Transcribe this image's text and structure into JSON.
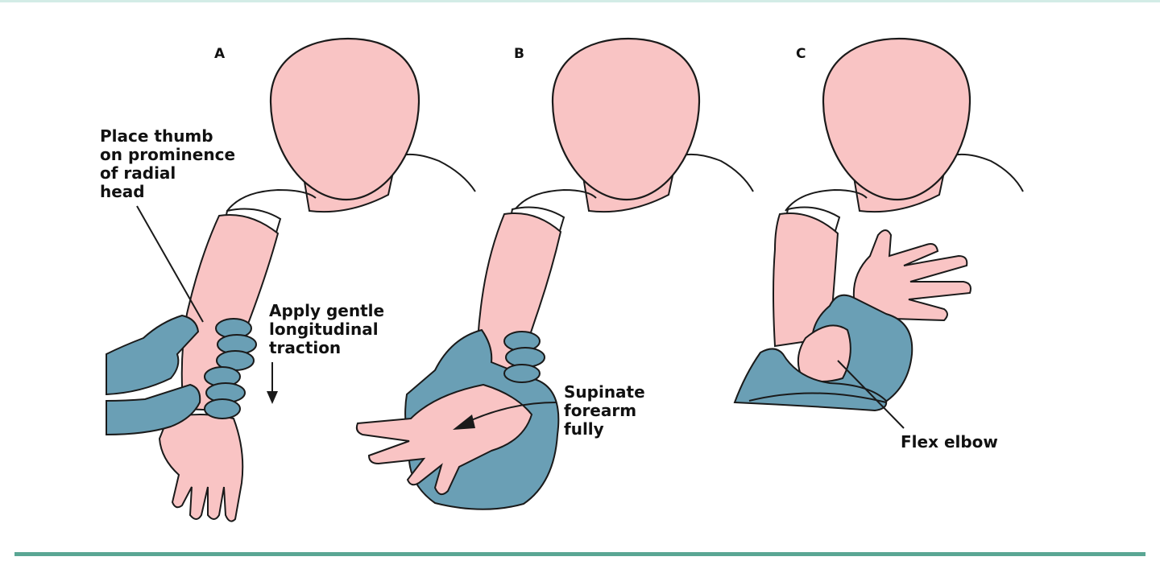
{
  "panels": [
    {
      "letter": "A"
    },
    {
      "letter": "B"
    },
    {
      "letter": "C"
    }
  ],
  "annotations": {
    "place_thumb": "Place thumb\non prominence\nof radial\nhead",
    "traction": "Apply gentle\nlongitudinal\ntraction",
    "supinate": "Supinate\nforearm\nfully",
    "flex": "Flex elbow"
  },
  "colors": {
    "skin": "#f9c4c4",
    "glove": "#6a9fb5",
    "outline": "#1a1a1a",
    "rule": "#5aa694",
    "top_rule": "#d3ece6"
  },
  "icons": {
    "traction_arrow": "arrow-down-icon"
  }
}
